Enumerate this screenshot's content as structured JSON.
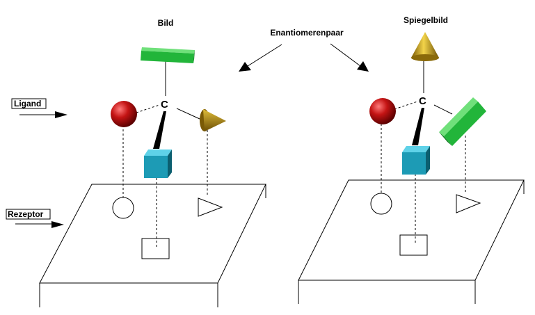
{
  "labels": {
    "left_title": "Bild",
    "right_title": "Spiegelbild",
    "pair_label": "Enantiomerenpaar",
    "ligand_label": "Ligand",
    "receptor_label": "Rezeptor",
    "carbon_left": "C",
    "carbon_right": "C"
  },
  "colors": {
    "sphere": "#c41414",
    "cube": "#1d9bb5",
    "cone": "#c9a219",
    "prism": "#22b53a",
    "outline": "#000000",
    "background": "#ffffff"
  }
}
